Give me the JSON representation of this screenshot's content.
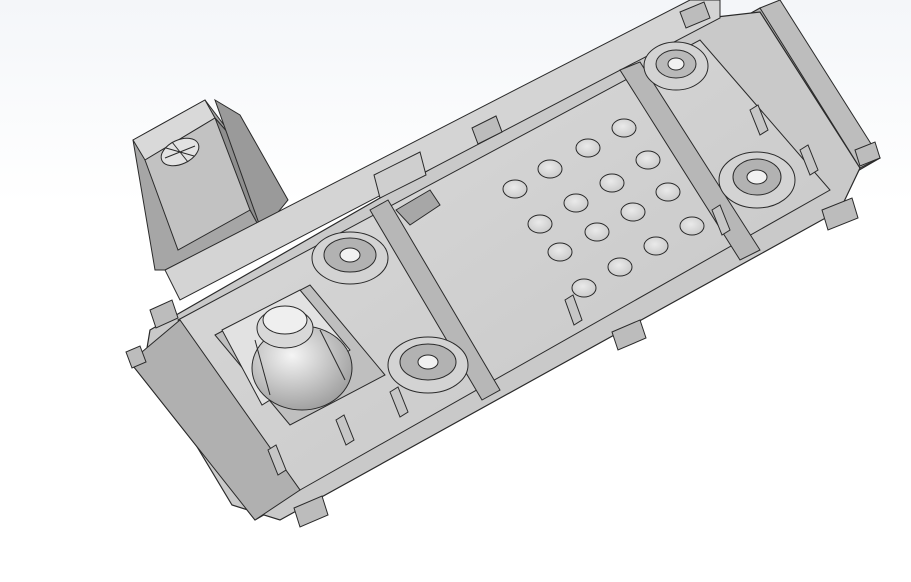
{
  "scene": {
    "subject": "cad-3d-model",
    "view": "isometric-shaded-with-edges"
  },
  "colors": {
    "background": "#ffffff",
    "body_light": "#d2d2d2",
    "body_mid": "#b9b9b9",
    "body_dark": "#9a9a9a",
    "edge": "#2a2a2a",
    "hole": "#dedede"
  },
  "parts": {
    "holes_count": 18,
    "wheel_assemblies": 4,
    "mounting_brackets": 8
  }
}
